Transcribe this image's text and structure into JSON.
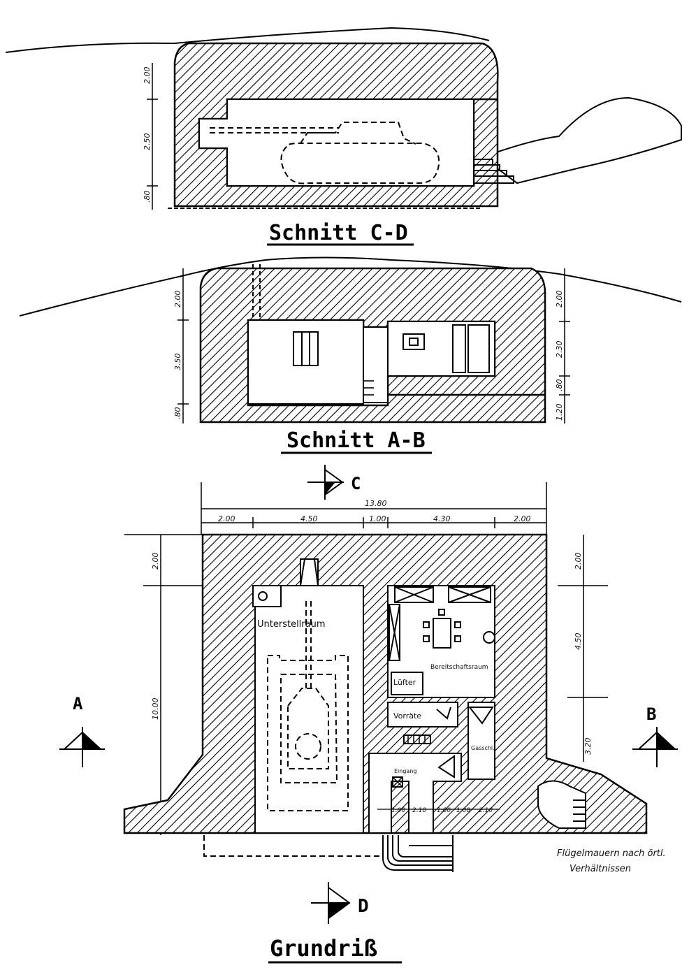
{
  "titles": {
    "section_cd": "Schnitt C-D",
    "section_ab": "Schnitt A-B",
    "plan": "Grundriß"
  },
  "markers": {
    "a": "A",
    "b": "B",
    "c": "C",
    "d": "D"
  },
  "section_cd_dims": [
    "2.00",
    "2.50",
    ".80"
  ],
  "section_ab_dims_left": [
    "2.00",
    "3.50",
    ".80"
  ],
  "section_ab_dims_right": [
    "2.00",
    "2.30",
    ".80",
    "1.20"
  ],
  "plan_dims": {
    "overall": "13.80",
    "top": [
      "2.00",
      "4.50",
      "1.00",
      "4.30",
      "2.00"
    ],
    "left": [
      "2.00",
      "10.00"
    ],
    "right": [
      "2.00",
      "4.50",
      "3.20"
    ],
    "inner": [
      "1.00",
      "2.10",
      "1.00",
      "1.00",
      "2.10"
    ]
  },
  "rooms": {
    "shelter": "Unterstellraum",
    "standby": "Bereitschaftsraum",
    "fan": "Lüfter",
    "stores": "Vorräte",
    "gas_lock": "Gasschl.",
    "entrance": "Eingang"
  },
  "note": [
    "Flügelmauern nach örtl.",
    "Verhältnissen"
  ]
}
